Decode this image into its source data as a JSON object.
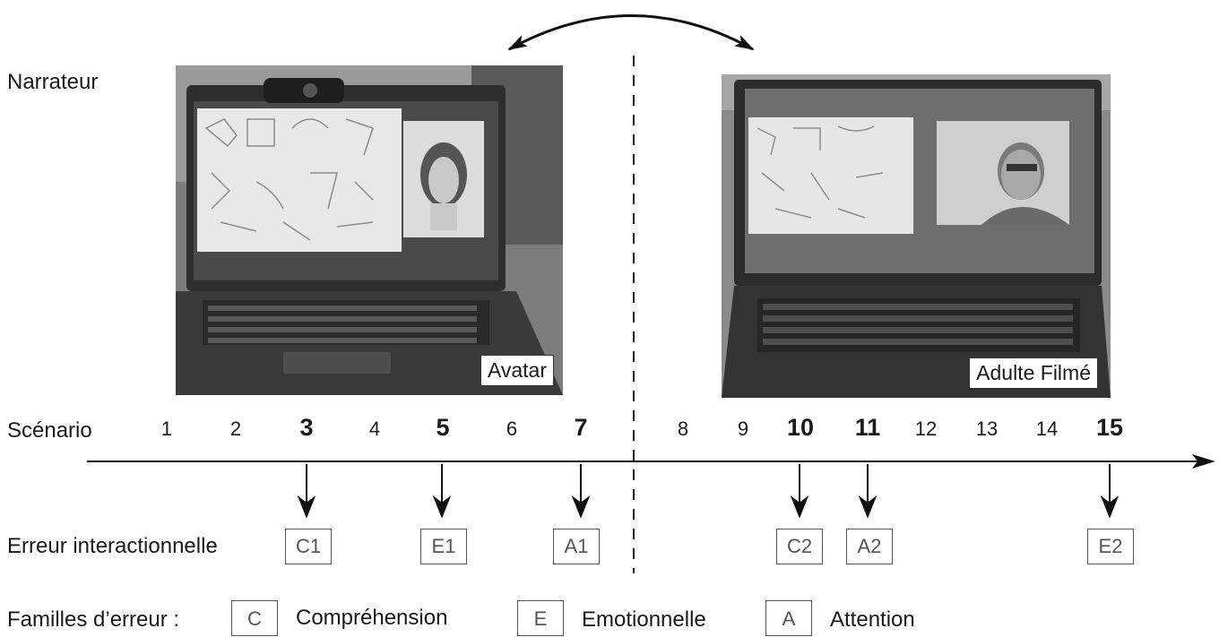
{
  "narrator_label": "Narrateur",
  "photos": {
    "left_caption": "Avatar",
    "right_caption": "Adulte Filmé"
  },
  "timeline": {
    "label": "Scénario",
    "scenarios": [
      {
        "n": "1",
        "bold": false
      },
      {
        "n": "2",
        "bold": false
      },
      {
        "n": "3",
        "bold": true
      },
      {
        "n": "4",
        "bold": false
      },
      {
        "n": "5",
        "bold": true
      },
      {
        "n": "6",
        "bold": false
      },
      {
        "n": "7",
        "bold": true
      },
      {
        "n": "8",
        "bold": false
      },
      {
        "n": "9",
        "bold": false
      },
      {
        "n": "10",
        "bold": true
      },
      {
        "n": "11",
        "bold": true
      },
      {
        "n": "12",
        "bold": false
      },
      {
        "n": "13",
        "bold": false
      },
      {
        "n": "14",
        "bold": false
      },
      {
        "n": "15",
        "bold": true
      }
    ]
  },
  "errors": {
    "label": "Erreur interactionnelle",
    "items": [
      {
        "code": "C1",
        "scenario": "3"
      },
      {
        "code": "E1",
        "scenario": "5"
      },
      {
        "code": "A1",
        "scenario": "7"
      },
      {
        "code": "C2",
        "scenario": "10"
      },
      {
        "code": "A2",
        "scenario": "11"
      },
      {
        "code": "E2",
        "scenario": "15"
      }
    ]
  },
  "legend": {
    "label": "Familles d’erreur :",
    "families": [
      {
        "letter": "C",
        "name": "Compréhension"
      },
      {
        "letter": "E",
        "name": "Emotionnelle"
      },
      {
        "letter": "A",
        "name": "Attention"
      }
    ]
  }
}
